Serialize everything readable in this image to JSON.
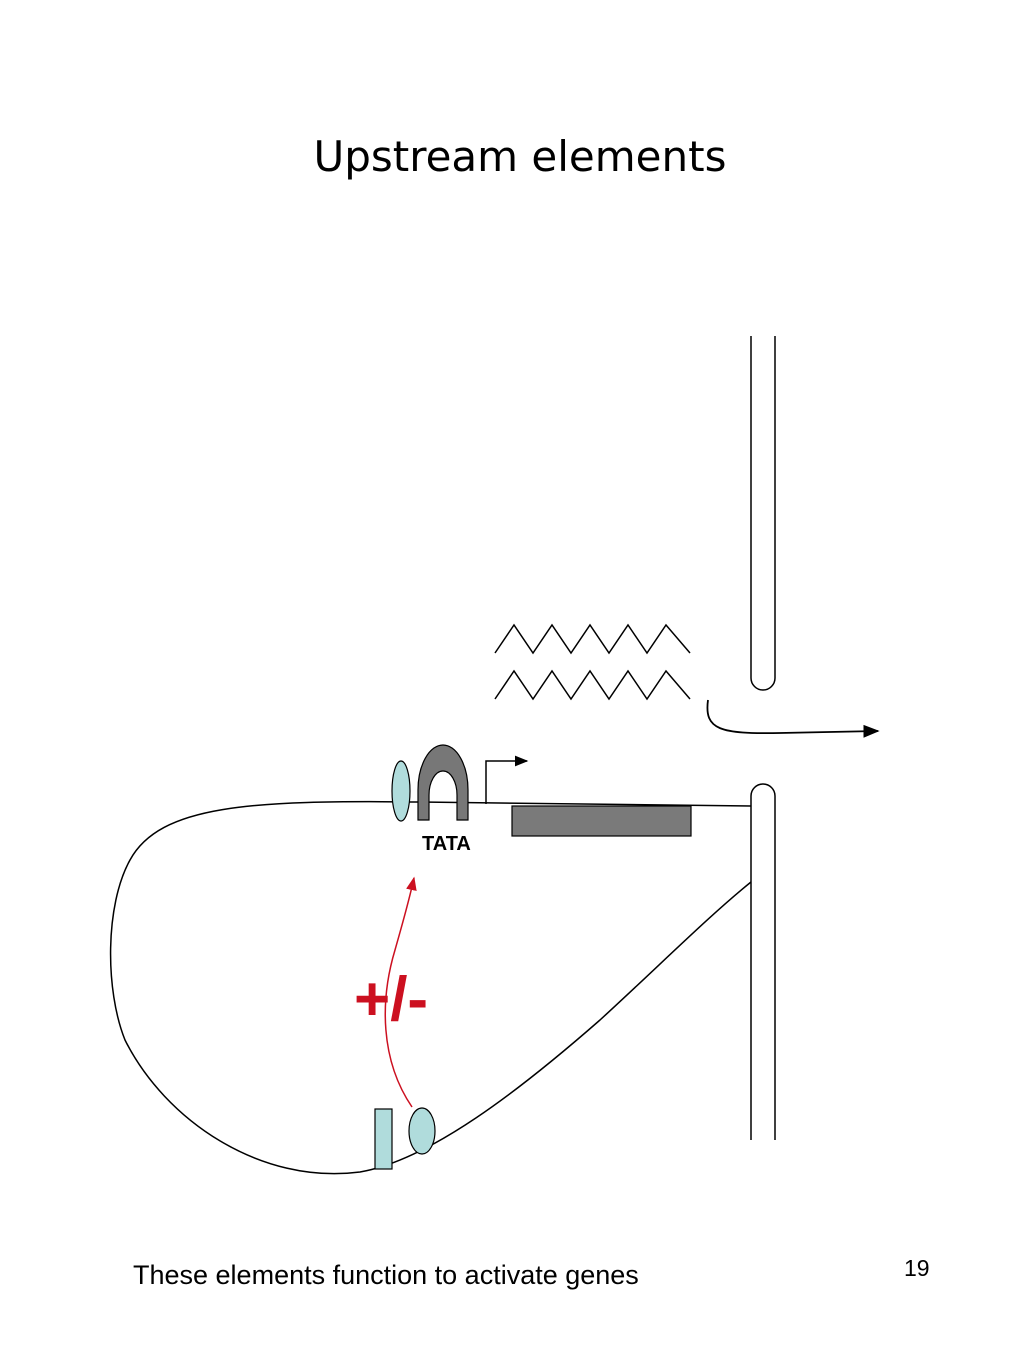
{
  "slide": {
    "title": "Upstream elements",
    "caption": "These elements function to activate genes",
    "page_number": "19"
  },
  "diagram": {
    "tata_label": "TATA",
    "regulation_sign": "+/-",
    "colors": {
      "line": "#000000",
      "factor_fill": "#b0dcdc",
      "tata_protein_fill": "#777777",
      "gene_fill": "#7a7a7a",
      "regulation": "#cc1020"
    }
  }
}
